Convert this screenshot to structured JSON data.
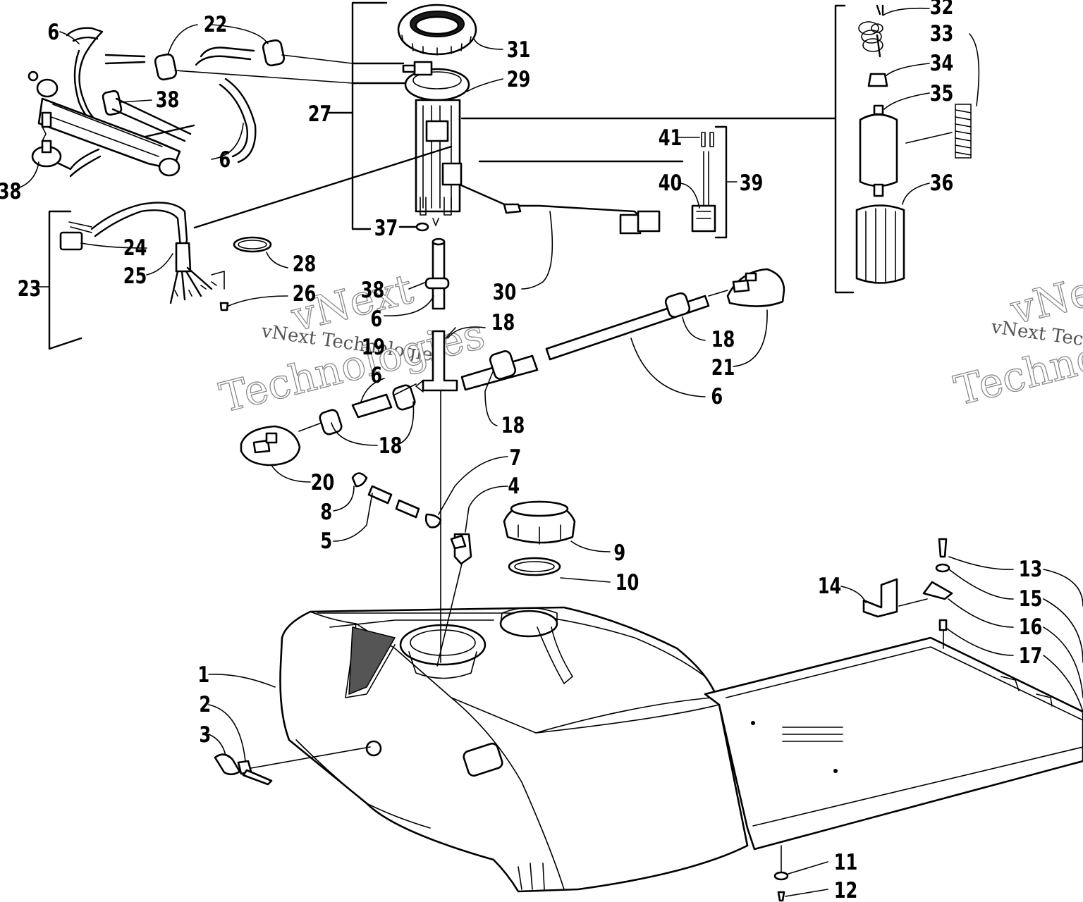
{
  "callouts": [
    {
      "id": "c1",
      "text": "1"
    },
    {
      "id": "c2",
      "text": "2"
    },
    {
      "id": "c3",
      "text": "3"
    },
    {
      "id": "c4",
      "text": "4"
    },
    {
      "id": "c5",
      "text": "5"
    },
    {
      "id": "c6a",
      "text": "6"
    },
    {
      "id": "c6b",
      "text": "6"
    },
    {
      "id": "c6c",
      "text": "6"
    },
    {
      "id": "c6d",
      "text": "6"
    },
    {
      "id": "c6e",
      "text": "6"
    },
    {
      "id": "c7",
      "text": "7"
    },
    {
      "id": "c8",
      "text": "8"
    },
    {
      "id": "c9",
      "text": "9"
    },
    {
      "id": "c10",
      "text": "10"
    },
    {
      "id": "c11",
      "text": "11"
    },
    {
      "id": "c12",
      "text": "12"
    },
    {
      "id": "c13",
      "text": "13"
    },
    {
      "id": "c14",
      "text": "14"
    },
    {
      "id": "c15",
      "text": "15"
    },
    {
      "id": "c16",
      "text": "16"
    },
    {
      "id": "c17",
      "text": "17"
    },
    {
      "id": "c18a",
      "text": "18"
    },
    {
      "id": "c18b",
      "text": "18"
    },
    {
      "id": "c18c",
      "text": "18"
    },
    {
      "id": "c18d",
      "text": "18"
    },
    {
      "id": "c19",
      "text": "19"
    },
    {
      "id": "c20",
      "text": "20"
    },
    {
      "id": "c21",
      "text": "21"
    },
    {
      "id": "c22",
      "text": "22"
    },
    {
      "id": "c23",
      "text": "23"
    },
    {
      "id": "c24",
      "text": "24"
    },
    {
      "id": "c25",
      "text": "25"
    },
    {
      "id": "c26",
      "text": "26"
    },
    {
      "id": "c27",
      "text": "27"
    },
    {
      "id": "c28",
      "text": "28"
    },
    {
      "id": "c29",
      "text": "29"
    },
    {
      "id": "c30",
      "text": "30"
    },
    {
      "id": "c31",
      "text": "31"
    },
    {
      "id": "c32",
      "text": "32"
    },
    {
      "id": "c33",
      "text": "33"
    },
    {
      "id": "c34",
      "text": "34"
    },
    {
      "id": "c35",
      "text": "35"
    },
    {
      "id": "c36",
      "text": "36"
    },
    {
      "id": "c37",
      "text": "37"
    },
    {
      "id": "c38a",
      "text": "38"
    },
    {
      "id": "c38b",
      "text": "38"
    },
    {
      "id": "c38c",
      "text": "38"
    },
    {
      "id": "c39",
      "text": "39"
    },
    {
      "id": "c40",
      "text": "40"
    },
    {
      "id": "c41",
      "text": "41"
    }
  ],
  "watermark": {
    "line1": "vNext",
    "line2": "vNext Technologies",
    "line3": "Technologies"
  }
}
